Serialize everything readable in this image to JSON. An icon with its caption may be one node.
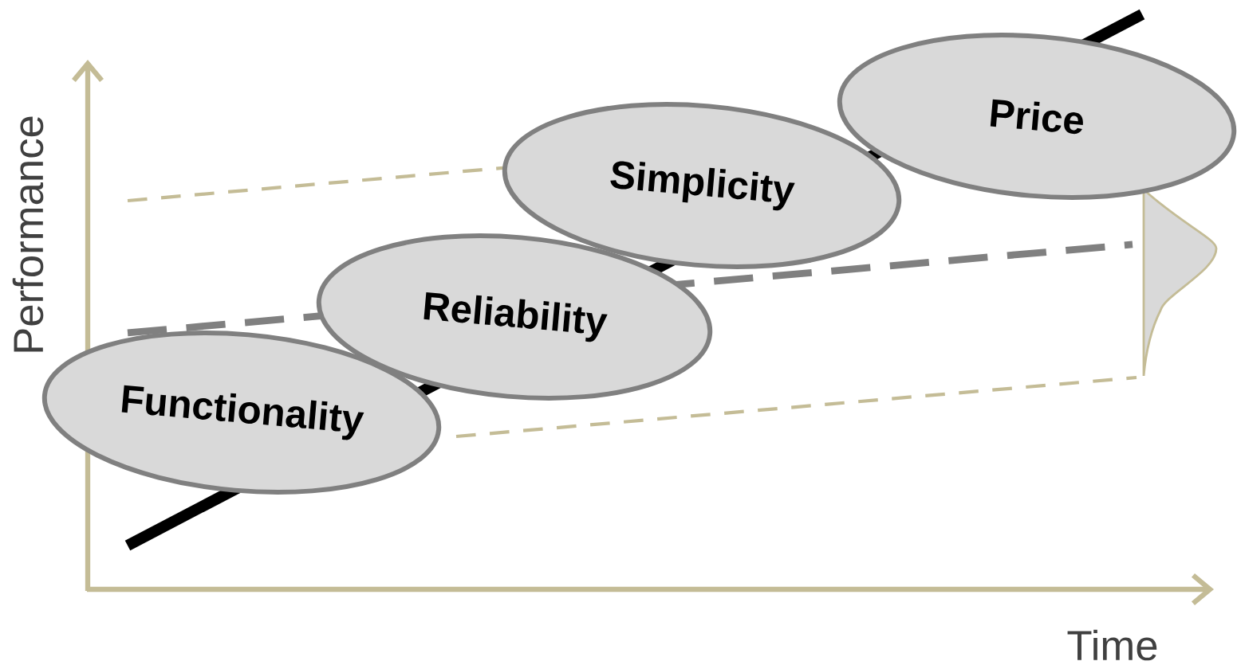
{
  "diagram": {
    "nodes": [
      {
        "text": [
          "Functionality"
        ]
      },
      {
        "text": [
          "Reliability"
        ]
      },
      {
        "text": [
          "Simplicity"
        ]
      },
      {
        "text": [
          "Price"
        ]
      }
    ],
    "labels": [
      "Performance",
      "Time"
    ]
  }
}
